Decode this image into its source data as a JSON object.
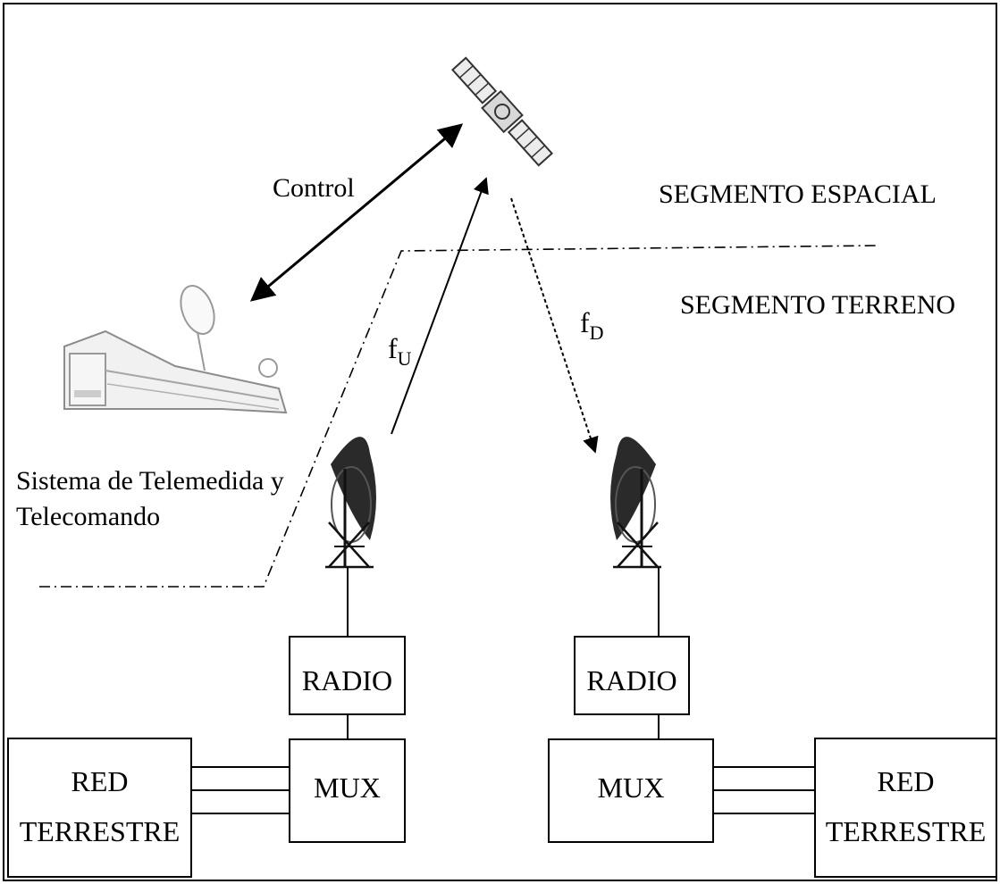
{
  "labels": {
    "control": "Control",
    "segmento_espacial": "SEGMENTO ESPACIAL",
    "segmento_terreno": "SEGMENTO TERRENO",
    "f_up_main": "f",
    "f_up_sub": "U",
    "f_down_main": "f",
    "f_down_sub": "D",
    "ttc_line1": "Sistema de Telemedida y",
    "ttc_line2": "Telecomando"
  },
  "left_station": {
    "radio": "RADIO",
    "mux": "MUX",
    "red_line1": "RED",
    "red_line2": "TERRESTRE"
  },
  "right_station": {
    "radio": "RADIO",
    "mux": "MUX",
    "red_line1": "RED",
    "red_line2": "TERRESTRE"
  },
  "icons": {
    "satellite": "satellite-icon",
    "control_station": "control-station-icon",
    "antenna": "dish-antenna-icon"
  }
}
